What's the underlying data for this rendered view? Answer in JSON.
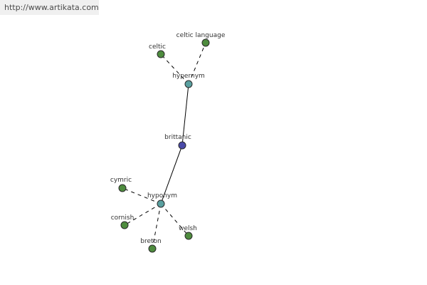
{
  "watermark": {
    "url": "http://www.artikata.com"
  },
  "graph": {
    "colors": {
      "center": "#4a4aa8",
      "relation": "#5aa0a0",
      "leaf": "#4e8c3e"
    },
    "nodes": [
      {
        "id": "brittanic",
        "label": "brittanic",
        "kind": "center"
      },
      {
        "id": "hypernym",
        "label": "hypernym",
        "kind": "relation"
      },
      {
        "id": "hyponym",
        "label": "hyponym",
        "kind": "relation"
      },
      {
        "id": "celtic",
        "label": "celtic",
        "kind": "leaf"
      },
      {
        "id": "celtic-language",
        "label": "celtic language",
        "kind": "leaf"
      },
      {
        "id": "cymric",
        "label": "cymric",
        "kind": "leaf"
      },
      {
        "id": "cornish",
        "label": "cornish",
        "kind": "leaf"
      },
      {
        "id": "breton",
        "label": "breton",
        "kind": "leaf"
      },
      {
        "id": "welsh",
        "label": "welsh",
        "kind": "leaf"
      }
    ],
    "edges": [
      {
        "from": "brittanic",
        "to": "hypernym",
        "style": "solid"
      },
      {
        "from": "brittanic",
        "to": "hyponym",
        "style": "solid"
      },
      {
        "from": "hypernym",
        "to": "celtic",
        "style": "dashed"
      },
      {
        "from": "hypernym",
        "to": "celtic-language",
        "style": "dashed"
      },
      {
        "from": "hyponym",
        "to": "cymric",
        "style": "dashed"
      },
      {
        "from": "hyponym",
        "to": "cornish",
        "style": "dashed"
      },
      {
        "from": "hyponym",
        "to": "breton",
        "style": "dashed"
      },
      {
        "from": "hyponym",
        "to": "welsh",
        "style": "dashed"
      }
    ]
  }
}
